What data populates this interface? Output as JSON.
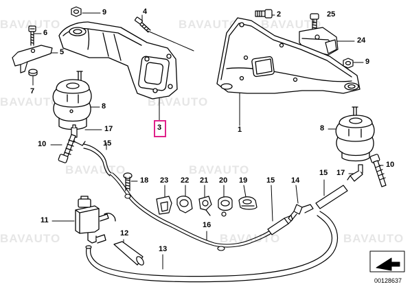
{
  "diagram": {
    "callouts": [
      {
        "id": "c9a",
        "label": "9"
      },
      {
        "id": "c4",
        "label": "4"
      },
      {
        "id": "c2",
        "label": "2"
      },
      {
        "id": "c25",
        "label": "25"
      },
      {
        "id": "c6",
        "label": "6"
      },
      {
        "id": "c5",
        "label": "5"
      },
      {
        "id": "c7",
        "label": "7"
      },
      {
        "id": "c24",
        "label": "24"
      },
      {
        "id": "c9b",
        "label": "9"
      },
      {
        "id": "c8a",
        "label": "8"
      },
      {
        "id": "c3",
        "label": "3"
      },
      {
        "id": "c1",
        "label": "1"
      },
      {
        "id": "c8b",
        "label": "8"
      },
      {
        "id": "c17a",
        "label": "17"
      },
      {
        "id": "c10a",
        "label": "10"
      },
      {
        "id": "c15a",
        "label": "15"
      },
      {
        "id": "c10b",
        "label": "10"
      },
      {
        "id": "c18",
        "label": "18"
      },
      {
        "id": "c23",
        "label": "23"
      },
      {
        "id": "c22",
        "label": "22"
      },
      {
        "id": "c21",
        "label": "21"
      },
      {
        "id": "c20",
        "label": "20"
      },
      {
        "id": "c19",
        "label": "19"
      },
      {
        "id": "c15b",
        "label": "15"
      },
      {
        "id": "c14",
        "label": "14"
      },
      {
        "id": "c15c",
        "label": "15"
      },
      {
        "id": "c17b",
        "label": "17"
      },
      {
        "id": "c11",
        "label": "11"
      },
      {
        "id": "c12",
        "label": "12"
      },
      {
        "id": "c16",
        "label": "16"
      },
      {
        "id": "c13",
        "label": "13"
      }
    ],
    "highlighted_callout": "3",
    "watermark_text": "BAVAUTO",
    "drawing_code": "00128637",
    "accent_color": "#e0218a"
  }
}
